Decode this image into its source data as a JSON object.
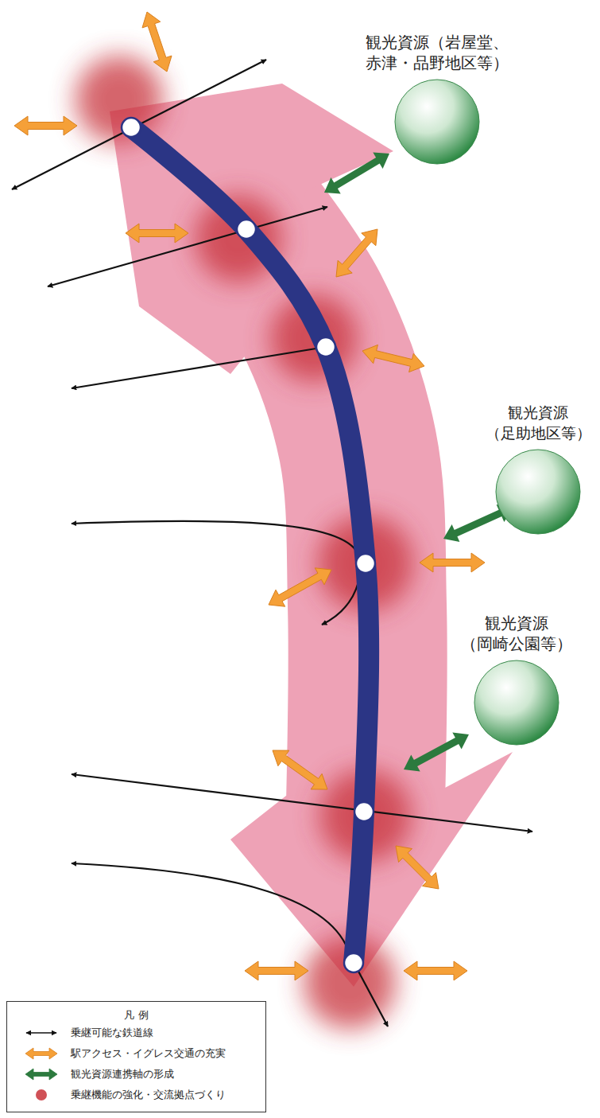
{
  "diagram": {
    "nodes": [
      {
        "text": [
          "観光資源（岩屋堂、 赤津・品野地区等）"
        ]
      },
      {
        "text": [
          "観光資源 （足助地区等）"
        ]
      },
      {
        "text": [
          "観光資源 （岡崎公園等）"
        ]
      }
    ],
    "labels": [
      "凡 例"
    ],
    "legend": [
      {
        "text": "乗継可能な鉄道線"
      },
      {
        "text": "駅アクセス・イグレス交通の充実"
      },
      {
        "text": "観光資源連携軸の形成"
      },
      {
        "text": "乗継機能の強化・交流拠点づくり",
        "color": "#c8333a"
      }
    ]
  }
}
